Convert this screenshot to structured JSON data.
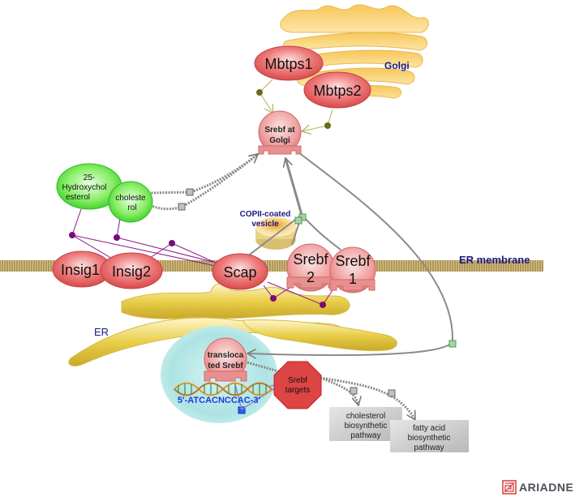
{
  "diagram": {
    "type": "signaling-pathway",
    "compartments": {
      "golgi": "Golgi",
      "er_membrane": "ER membrane",
      "er": "ER",
      "copii_vesicle": [
        "COPII-coated",
        "vesicle"
      ]
    },
    "proteins": {
      "mbtps1": "Mbtps1",
      "mbtps2": "Mbtps2",
      "insig1": "Insig1",
      "insig2": "Insig2",
      "scap": "Scap"
    },
    "transcription_factors": {
      "srebf_golgi": [
        "Srebf at",
        "Golgi"
      ],
      "srebf2": [
        "Srebf",
        "2"
      ],
      "srebf1": [
        "Srebf",
        "1"
      ],
      "translocated_srebf": [
        "transloca",
        "ted Srebf"
      ]
    },
    "small_molecules": {
      "hydroxycholesterol": [
        "25-",
        "Hydroxychol",
        "esterol"
      ],
      "cholesterol": [
        "choleste",
        "rol"
      ]
    },
    "targets": {
      "srebf_targets": [
        "Srebf",
        "targets"
      ]
    },
    "dna_sequence": "5'-ATCACNCCAC-3'",
    "pathways": {
      "cholesterol_biosynthetic": [
        "cholesterol",
        "biosynthetic",
        "pathway"
      ],
      "fatty_acid_biosynthetic": [
        "fatty acid",
        "biosynthetic",
        "pathway"
      ]
    },
    "colors": {
      "protein_fill": "#e86a6a",
      "protein_stroke": "#c0404a",
      "molecule_fill": "#55dd44",
      "compartment_label": "#1a1a80",
      "dna_label": "#1a3adc",
      "binding_line": "#8a1a8a",
      "catalysis_line": "#8a8a20",
      "transport_line": "#888888",
      "target_octagon": "#dd4444",
      "pathway_box": "#cccccc"
    }
  },
  "branding": {
    "logo_text": "ARIADNE"
  }
}
